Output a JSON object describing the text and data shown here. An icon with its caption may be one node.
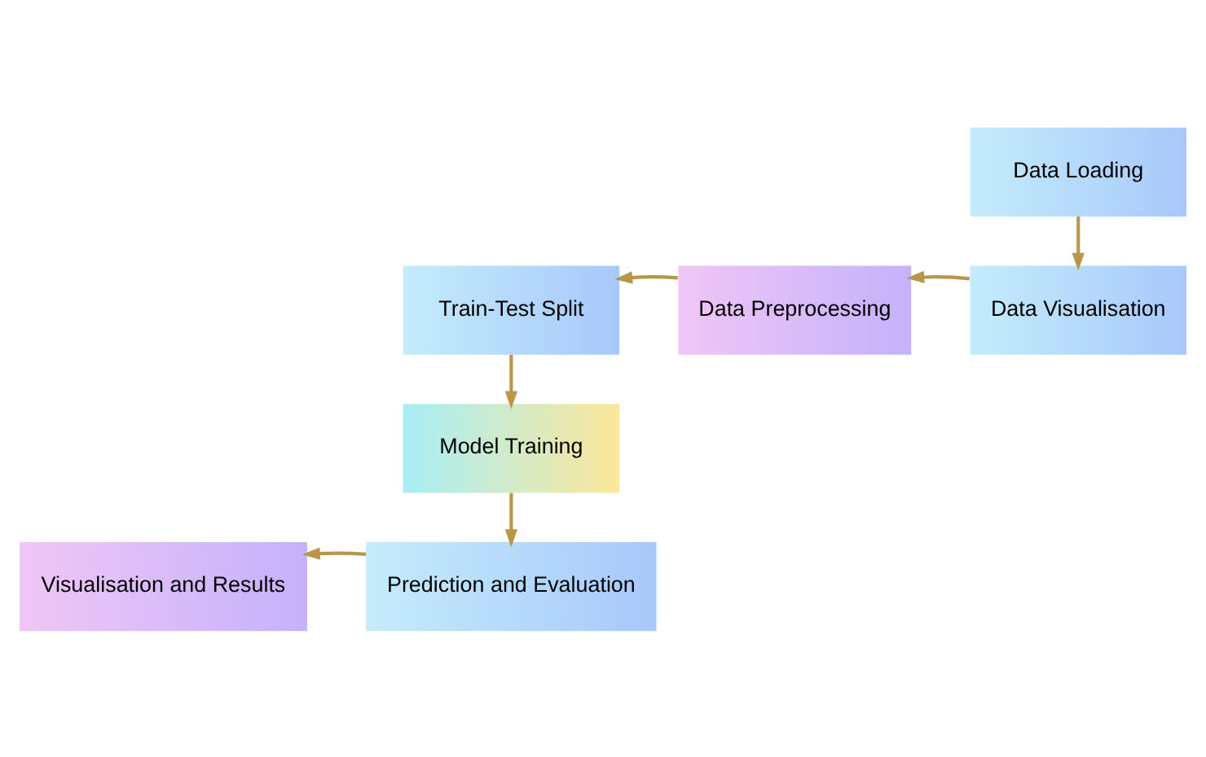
{
  "diagram": {
    "nodes": [
      {
        "text": [
          "Data Loading"
        ]
      },
      {
        "text": [
          "Train-Test Split"
        ]
      },
      {
        "text": [
          "Data Preprocessing"
        ]
      },
      {
        "text": [
          "Data Visualisation"
        ]
      },
      {
        "text": [
          "Model Training"
        ]
      },
      {
        "text": [
          "Visualisation and Results"
        ]
      },
      {
        "text": [
          "Prediction and Evaluation"
        ]
      }
    ],
    "edges": [
      {
        "from": 0,
        "to": 3,
        "arrow": "to"
      },
      {
        "from": 3,
        "to": 2,
        "arrow": "to"
      },
      {
        "from": 2,
        "to": 1,
        "arrow": "to"
      },
      {
        "from": 1,
        "to": 4,
        "arrow": "to"
      },
      {
        "from": 4,
        "to": 6,
        "arrow": "to"
      },
      {
        "from": 6,
        "to": 5,
        "arrow": "to"
      }
    ]
  }
}
